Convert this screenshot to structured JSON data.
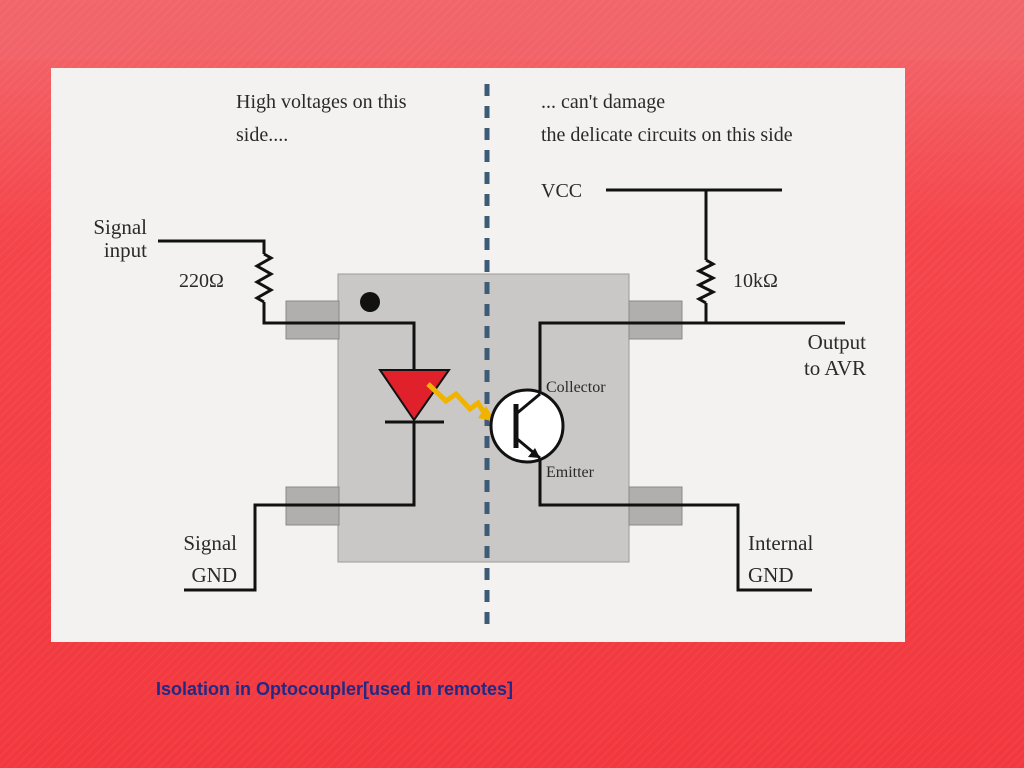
{
  "diagram": {
    "left_note": [
      "High voltages on this",
      "side...."
    ],
    "right_note": [
      "... can't damage",
      "the delicate circuits on this side"
    ],
    "vcc": "VCC",
    "signal_input": [
      "Signal",
      "input"
    ],
    "resistor_input": "220Ω",
    "resistor_pullup": "10kΩ",
    "output": [
      "Output",
      "to AVR"
    ],
    "collector": "Collector",
    "emitter": "Emitter",
    "signal_gnd": [
      "Signal",
      "GND"
    ],
    "internal_gnd": [
      "Internal",
      "GND"
    ]
  },
  "caption": "Isolation in Optocoupler[used in remotes]",
  "colors": {
    "accent": "#f2383e",
    "led": "#e0202a",
    "arrow": "#f0b400",
    "caption": "#1f2a86",
    "package": "#c9c8c6"
  }
}
